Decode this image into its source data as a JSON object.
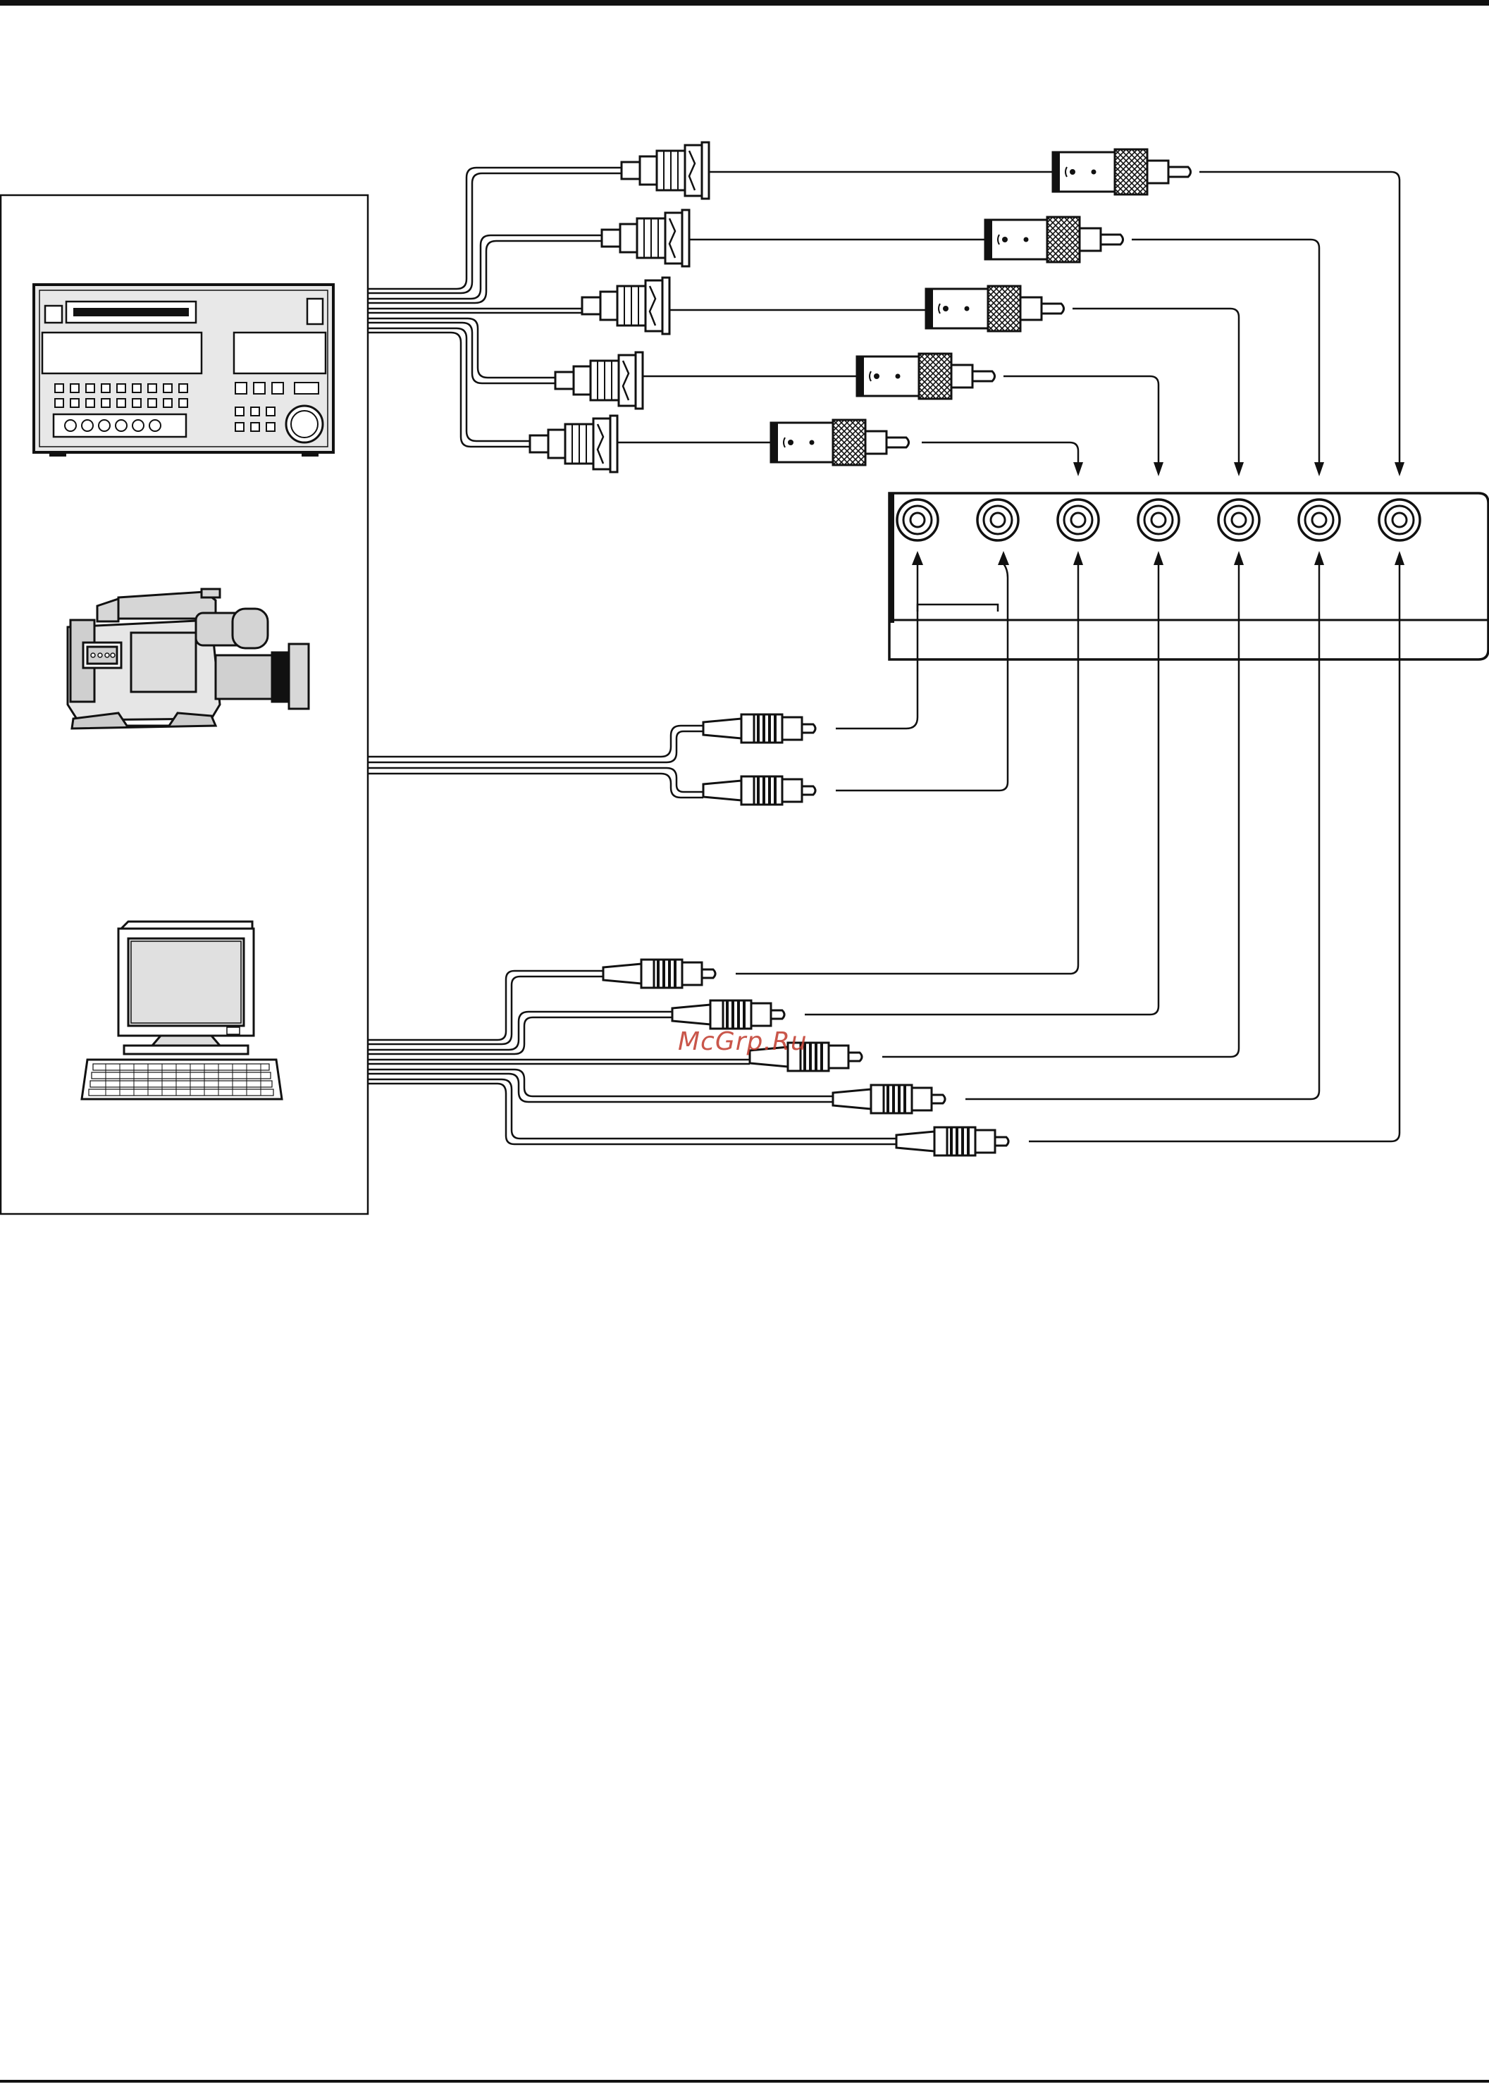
{
  "watermark": {
    "text": "McGrp.Ru"
  },
  "devices": [
    {
      "id": "vtr",
      "icon": "vtr-deck-icon"
    },
    {
      "id": "camera",
      "icon": "video-camera-icon"
    },
    {
      "id": "computer",
      "icon": "computer-icon"
    }
  ],
  "panel": {
    "jack_count": 7
  },
  "cables": {
    "bnc_to_rca": 5,
    "camera_rca": 2,
    "computer_rca": 5
  },
  "colors": {
    "line": "#1a1a1a",
    "accent": "#c0392b"
  }
}
